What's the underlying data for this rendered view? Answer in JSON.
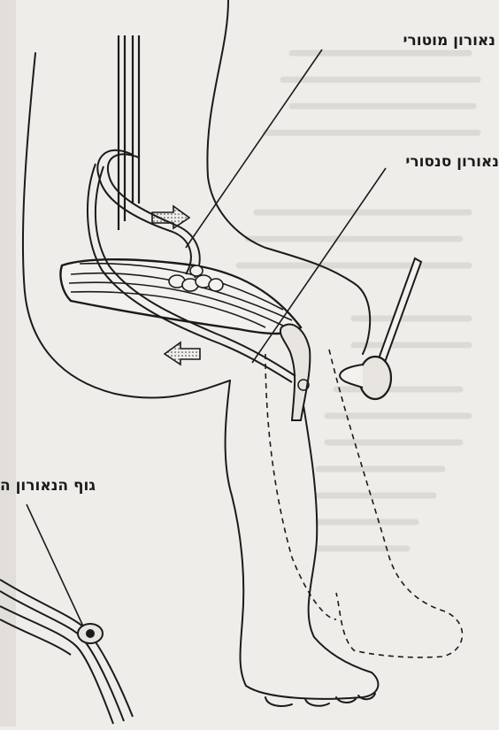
{
  "labels": {
    "motor_neuron": "נאורון מוטורי",
    "sensory_neuron": "נאורון סנסורי",
    "cell_body": "גוף הנאורון ה"
  },
  "colors": {
    "paper": "#efedea",
    "ink": "#1b1b1b",
    "ghost_text": "#c9c4bf"
  }
}
